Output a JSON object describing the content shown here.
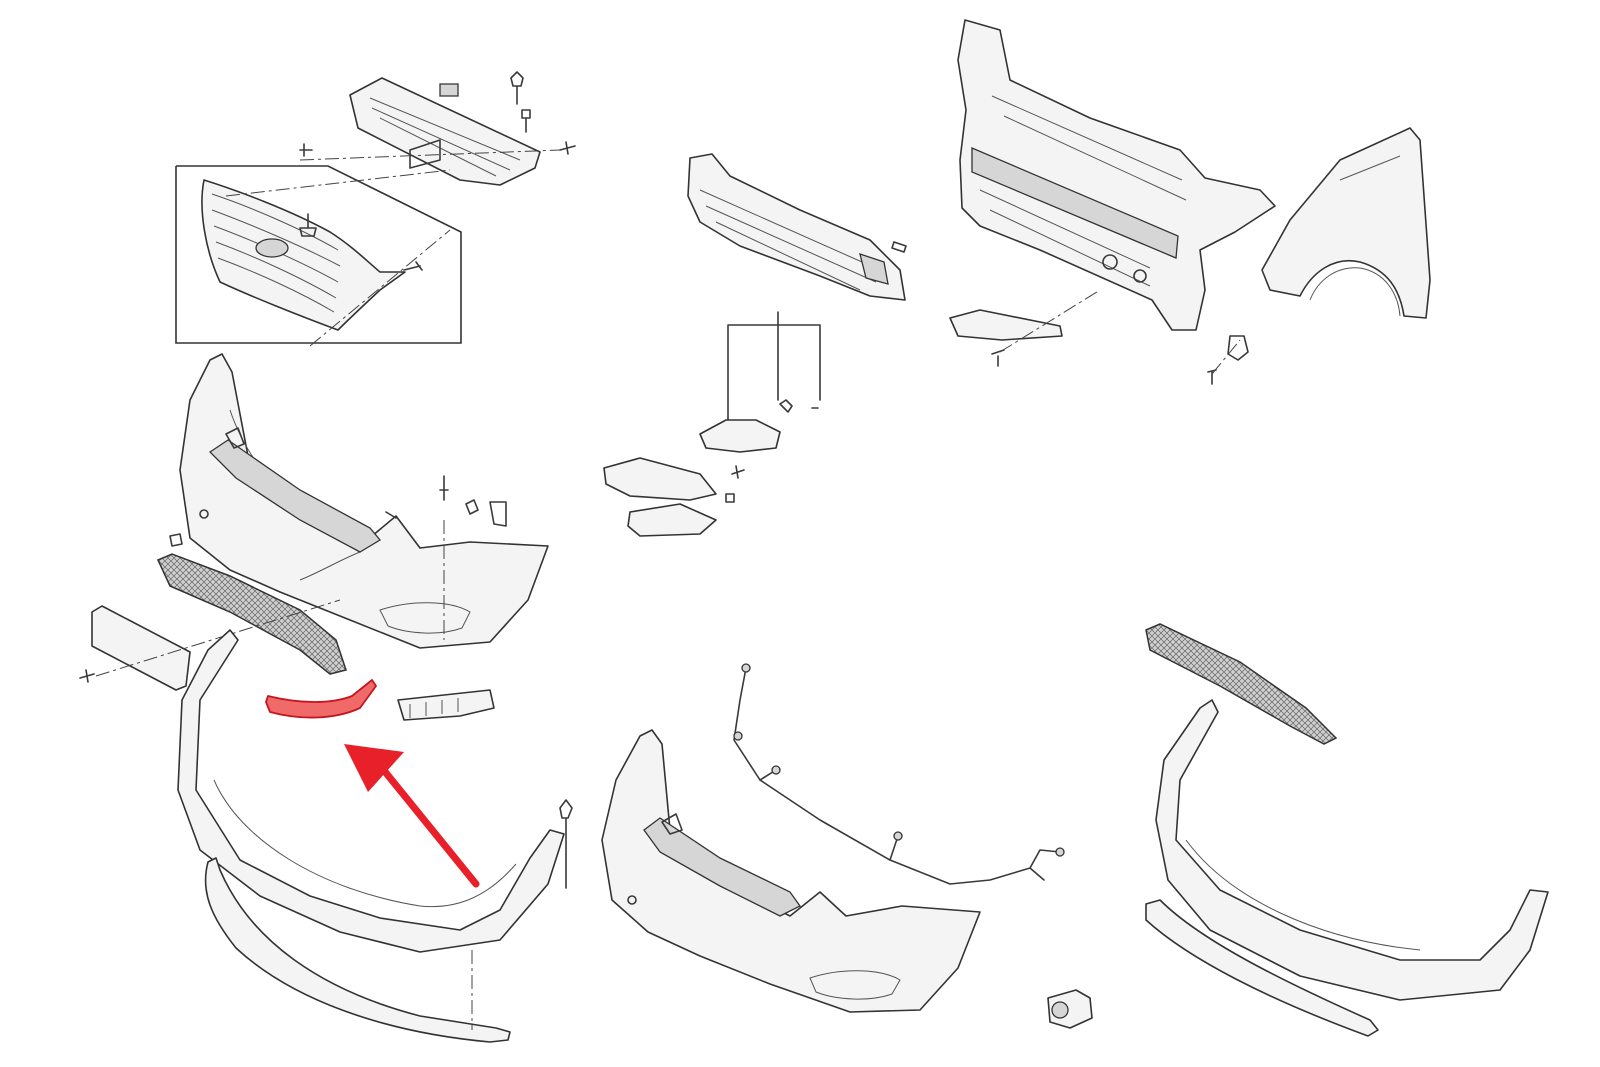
{
  "diagram": {
    "background_color": "#ffffff",
    "line_color": "#333333",
    "highlight_color": "#e8202a",
    "highlight_fill": "#f06a6a",
    "highlighted_part": "front-bumper-lower-left-trim",
    "parts": [
      "radiator-grille",
      "grille-upper-cover",
      "front-bumper-impact-absorber",
      "radiator-support-panel",
      "front-fender",
      "fog-lamp-assembly",
      "fog-lamp-bezel",
      "front-bumper-cover",
      "lower-grille",
      "license-plate-bracket",
      "lower-bumper-skirt",
      "front-bumper-lower-left-trim",
      "bumper-bracket",
      "bumper-wiring-harness",
      "parking-sensor",
      "bumper-cover-variant",
      "lower-grille-variant",
      "lower-skirt-variant"
    ]
  }
}
